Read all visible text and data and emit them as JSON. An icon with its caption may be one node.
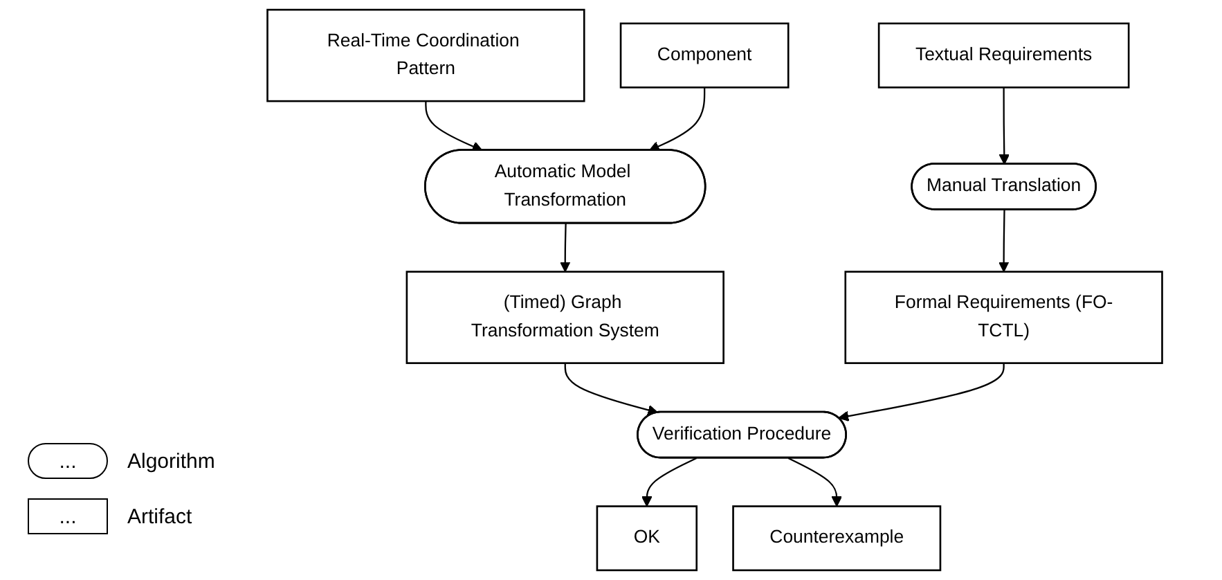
{
  "diagram": {
    "nodes": [
      {
        "text": [
          "Real-Time Coordination Pattern"
        ]
      },
      {
        "text": [
          "Component"
        ]
      },
      {
        "text": [
          "Textual Requirements"
        ]
      },
      {
        "text": [
          "Automatic Model Transformation"
        ]
      },
      {
        "text": [
          "Manual Translation"
        ]
      },
      {
        "text": [
          "(Timed) Graph Transformation System"
        ]
      },
      {
        "text": [
          "Formal Requirements (FO-TCTL)"
        ]
      },
      {
        "text": [
          "Verification Procedure"
        ]
      },
      {
        "text": [
          "OK"
        ]
      },
      {
        "text": [
          "Counterexample"
        ]
      }
    ],
    "edges": [
      {
        "from": 0,
        "to": 3,
        "arrow": "to"
      },
      {
        "from": 1,
        "to": 3,
        "arrow": "to"
      },
      {
        "from": 2,
        "to": 4,
        "arrow": "to"
      },
      {
        "from": 3,
        "to": 5,
        "arrow": "to"
      },
      {
        "from": 4,
        "to": 6,
        "arrow": "to"
      },
      {
        "from": 5,
        "to": 7,
        "arrow": "to"
      },
      {
        "from": 6,
        "to": 7,
        "arrow": "to"
      },
      {
        "from": 7,
        "to": 8,
        "arrow": "to"
      },
      {
        "from": 7,
        "to": 9,
        "arrow": "to"
      }
    ],
    "labels": [
      "...",
      "..."
    ],
    "legend": [
      {
        "text": "Algorithm"
      },
      {
        "text": "Artifact"
      }
    ]
  }
}
